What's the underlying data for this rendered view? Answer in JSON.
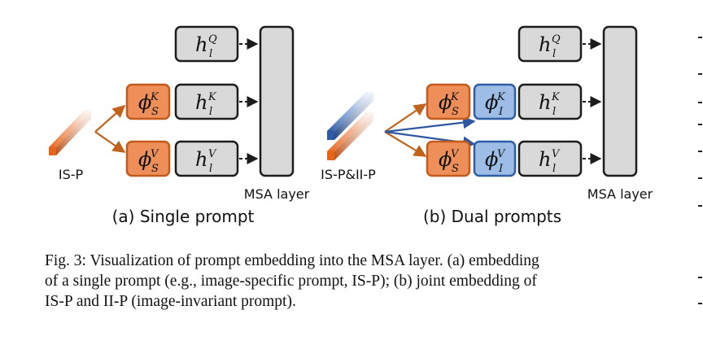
{
  "figure": {
    "panel_a": {
      "caption": "(a) Single prompt",
      "prompt_label": "IS-P",
      "msa_label": "MSA layer",
      "boxes": {
        "phi_k": {
          "base": "ϕ",
          "sup": "K",
          "sub": "S"
        },
        "phi_v": {
          "base": "ϕ",
          "sup": "V",
          "sub": "S"
        },
        "h_q": {
          "base": "h",
          "sup": "Q",
          "sub": "l"
        },
        "h_k": {
          "base": "h",
          "sup": "K",
          "sub": "l"
        },
        "h_v": {
          "base": "h",
          "sup": "V",
          "sub": "l"
        }
      }
    },
    "panel_b": {
      "caption": "(b) Dual prompts",
      "prompt_label": "IS-P&II-P",
      "msa_label": "MSA layer",
      "boxes": {
        "phi_sk": {
          "base": "ϕ",
          "sup": "K",
          "sub": "S"
        },
        "phi_sv": {
          "base": "ϕ",
          "sup": "V",
          "sub": "S"
        },
        "phi_ik": {
          "base": "ϕ",
          "sup": "K",
          "sub": "I"
        },
        "phi_iv": {
          "base": "ϕ",
          "sup": "V",
          "sub": "I"
        },
        "h_q": {
          "base": "h",
          "sup": "Q",
          "sub": "l"
        },
        "h_k": {
          "base": "h",
          "sup": "K",
          "sub": "l"
        },
        "h_v": {
          "base": "h",
          "sup": "V",
          "sub": "l"
        }
      }
    },
    "colors": {
      "orange_fill": "#ee8e58",
      "orange_stroke": "#c25b1b",
      "blue_fill": "#9dbde6",
      "blue_stroke": "#2f5ea6",
      "gray_fill": "#d9d9d9",
      "dark_stroke": "#1c1c1c",
      "orange_arrow": "#c0621c",
      "blue_arrow": "#2d57a0"
    }
  },
  "caption": {
    "line1": "Fig. 3: Visualization of prompt embedding into the MSA layer. (a) embedding",
    "line2": "of a single prompt (e.g., image-specific prompt, IS-P); (b) joint embedding of",
    "line3": "IS-P and II-P (image-invariant prompt)."
  }
}
